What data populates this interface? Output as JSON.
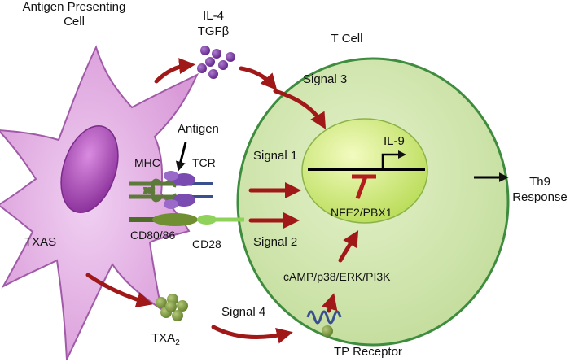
{
  "labels": {
    "apc_line1": "Antigen Presenting",
    "apc_line2": "Cell",
    "cytokines_line1": "IL-4",
    "cytokines_line2": "TGFβ",
    "tcell": "T Cell",
    "signal1": "Signal 1",
    "signal2": "Signal 2",
    "signal3": "Signal 3",
    "signal4": "Signal 4",
    "antigen": "Antigen",
    "mhc": "MHC",
    "tcr": "TCR",
    "cd80_86": "CD80/86",
    "cd28": "CD28",
    "txas": "TXAS",
    "txa2_main": "TXA",
    "txa2_sub": "2",
    "il9": "IL-9",
    "nfe2_pbx1": "NFE2/PBX1",
    "pathway": "cAMP/p38/ERK/PI3K",
    "tp_receptor": "TP Receptor",
    "th9_line1": "Th9",
    "th9_line2": "Response"
  },
  "colors": {
    "arrow_red": "#a01818",
    "apc_fill": "#e2b3e4",
    "nucleus_fill": "#b14ec0",
    "tcell_fill": "#cfe5ad",
    "tcell_stroke": "#3a8a3a",
    "inner_nucleus": "#d6f08a",
    "cytokine_purple": "#7a3aa0",
    "txa2_olive": "#7f9a3a"
  }
}
